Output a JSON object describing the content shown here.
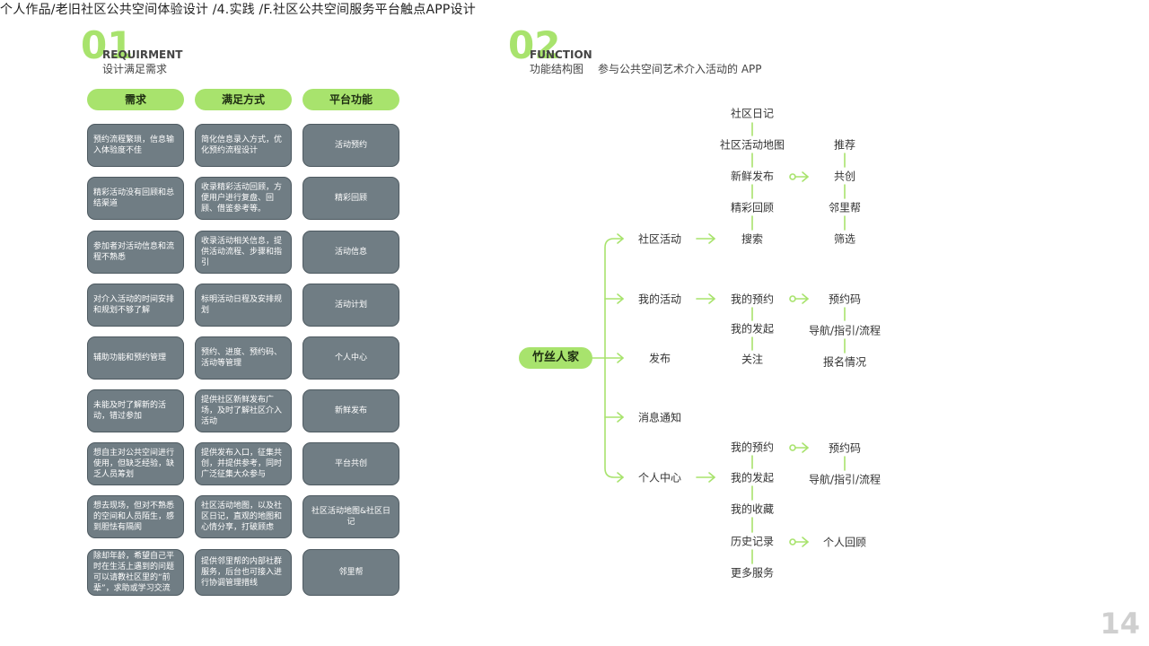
{
  "header": {
    "breadcrumb": "个人作品/老旧社区公共空间体验设计 /4.实践 /F.社区公共空间服务平台触点APP设计"
  },
  "section1": {
    "number": "01",
    "title_en": "REQUIRMENT",
    "title_cn": "设计满足需求",
    "columns": [
      "需求",
      "满足方式",
      "平台功能"
    ],
    "rows": [
      {
        "need": "预约流程繁琐，信息输入体验度不佳",
        "method": "简化信息录入方式，优化预约流程设计",
        "feature": "活动预约"
      },
      {
        "need": "精彩活动没有回顾和总结渠道",
        "method": "收录精彩活动回顾，方便用户进行复盘、回顾、借鉴参考等。",
        "feature": "精彩回顾"
      },
      {
        "need": "参加者对活动信息和流程不熟悉",
        "method": "收录活动相关信息，提供活动流程、步骤和指引",
        "feature": "活动信息"
      },
      {
        "need": "对介入活动的时间安排和规划不够了解",
        "method": "标明活动日程及安排规划",
        "feature": "活动计划"
      },
      {
        "need": "辅助功能和预约管理",
        "method": "预约、进度、预约码、活动等管理",
        "feature": "个人中心"
      },
      {
        "need": "未能及时了解新的活动，错过参加",
        "method": "提供社区新鲜发布广场，及时了解社区介入活动",
        "feature": "新鲜发布"
      },
      {
        "need": "想自主对公共空间进行使用，但缺乏经验，缺乏人员筹划",
        "method": "提供发布入口，征集共创，并提供参考，同时广泛征集大众参与",
        "feature": "平台共创"
      },
      {
        "need": "想去现场，但对不熟悉的空间和人员陌生，感到胆怯有隔阂",
        "method": "社区活动地图，以及社区日记，直观的地图和心情分享，打破顾虑",
        "feature": "社区活动地图&社区日记"
      },
      {
        "need": "除却年龄，希望自己平时在生活上遇到的问题可以请教社区里的“前辈”，求助或学习交流",
        "method": "提供邻里帮的内部社群服务，后台也可接入进行协调管理措线",
        "feature": "邻里帮"
      }
    ]
  },
  "section2": {
    "number": "02",
    "title_en": "FUNCTION",
    "title_cn": "功能结构图",
    "subtitle": "参与公共空间艺术介入活动的 APP",
    "root": "竹丝人家",
    "l1": [
      "社区活动",
      "我的活动",
      "发布",
      "消息通知",
      "个人中心"
    ],
    "community": {
      "items": [
        "社区日记",
        "社区活动地图",
        "新鲜发布",
        "精彩回顾",
        "搜索"
      ],
      "sub": [
        "推荐",
        "共创",
        "邻里帮",
        "筛选"
      ]
    },
    "my_activity": {
      "items": [
        "我的预约",
        "我的发起",
        "关注"
      ],
      "sub": [
        "预约码",
        "导航/指引/流程",
        "报名情况"
      ]
    },
    "personal": {
      "items": [
        "我的预约",
        "我的发起",
        "我的收藏",
        "历史记录",
        "更多服务"
      ],
      "sub_a": [
        "预约码",
        "导航/指引/流程"
      ],
      "sub_b": [
        "个人回顾"
      ]
    }
  },
  "page_number": "14",
  "colors": {
    "accent": "#a8e36d",
    "card": "#707d84",
    "line_gray": "#9aa3a8"
  }
}
